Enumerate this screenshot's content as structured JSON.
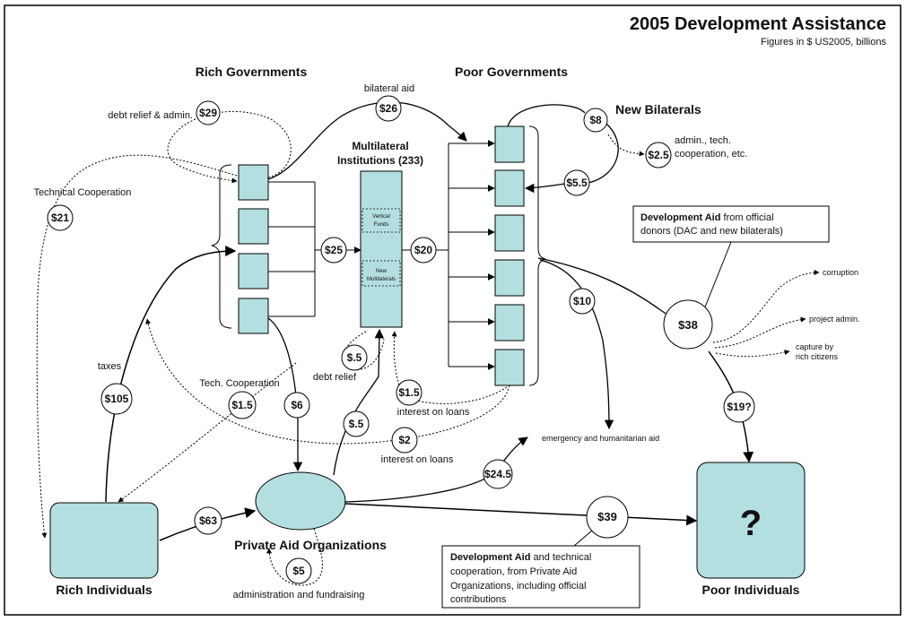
{
  "header": {
    "title": "2005 Development Assistance",
    "subtitle": "Figures in $ US2005, billions"
  },
  "labels": {
    "rich_governments": "Rich Governments",
    "poor_governments": "Poor Governments",
    "new_bilaterals": "New Bilaterals",
    "multilateral_line1": "Multilateral",
    "multilateral_line2": "Institutions (233)",
    "vertical_line1": "Vertical",
    "vertical_line2": "Funds",
    "newmulti_line1": "New",
    "newmulti_line2": "Multilaterals",
    "bilateral_aid": "bilateral aid",
    "debt_relief_admin": "debt relief & admin.",
    "technical_cooperation": "Technical Cooperation",
    "admin_tech_line1": "admin., tech.",
    "admin_tech_line2": "cooperation, etc.",
    "taxes": "taxes",
    "tech_cooperation": "Tech. Cooperation",
    "debt_relief": "debt relief",
    "interest_on_loans_1": "interest on loans",
    "interest_on_loans_2": "interest on loans",
    "emergency": "emergency and humanitarian aid",
    "corruption": "corruption",
    "project_admin": "project admin.",
    "capture_line1": "capture by",
    "capture_line2": "rich citizens",
    "private_aid": "Private Aid Organizations",
    "admin_fundraising": "administration and fundraising",
    "rich_individuals": "Rich Individuals",
    "poor_individuals": "Poor Individuals",
    "question": "?"
  },
  "callouts": {
    "official_bold": "Development Aid",
    "official_rest1": " from official",
    "official_line2": "donors (DAC and new bilaterals)",
    "private_bold": "Development Aid",
    "private_rest1": " and technical",
    "private_line2": "cooperation, from Private Aid",
    "private_line3": "Organizations, including official",
    "private_line4": "contributions"
  },
  "amounts": {
    "debt_relief_admin": "$29",
    "bilateral_aid": "$26",
    "new_bilateral_out": "$8",
    "new_bilateral_admin": "$2.5",
    "new_bilateral_in": "$5.5",
    "technical_cooperation": "$21",
    "to_multilateral": "$25",
    "multilateral_to_poor": "$20",
    "emergency": "$10",
    "official_to_poor": "$38",
    "to_poor_individuals": "$19?",
    "taxes": "$105",
    "tech_coop_private": "$1.5",
    "gov_to_private": "$6",
    "debt_relief": "$.5",
    "interest_multilateral": "$1.5",
    "private_to_multilateral": "$.5",
    "interest_rich": "$2",
    "private_emergency": "$24.5",
    "private_to_poor": "$39",
    "individuals_to_private": "$63",
    "admin_fundraising": "$5"
  }
}
